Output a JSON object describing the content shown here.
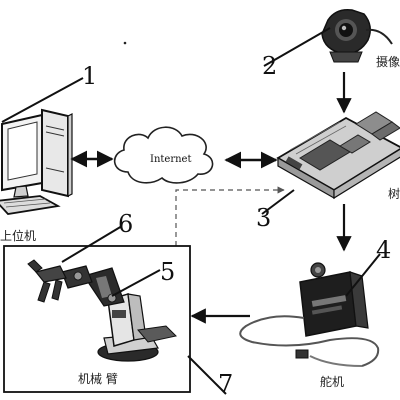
{
  "labels": {
    "upper_pc": "上位机",
    "camera": "摄像",
    "board": "树",
    "servo": "舵机",
    "arm": "机械 臂",
    "internet": "Internet"
  },
  "callouts": [
    "1",
    "2",
    "3",
    "4",
    "5",
    "6",
    "7"
  ],
  "icons": {
    "pc": "desktop-computer-icon",
    "camera": "webcam-icon",
    "board": "circuit-board-icon",
    "servo": "servo-motor-icon",
    "arm": "robot-arm-icon",
    "cloud": "cloud-icon"
  },
  "colors": {
    "stroke": "#111111",
    "fill_light": "#f2f2f2"
  }
}
